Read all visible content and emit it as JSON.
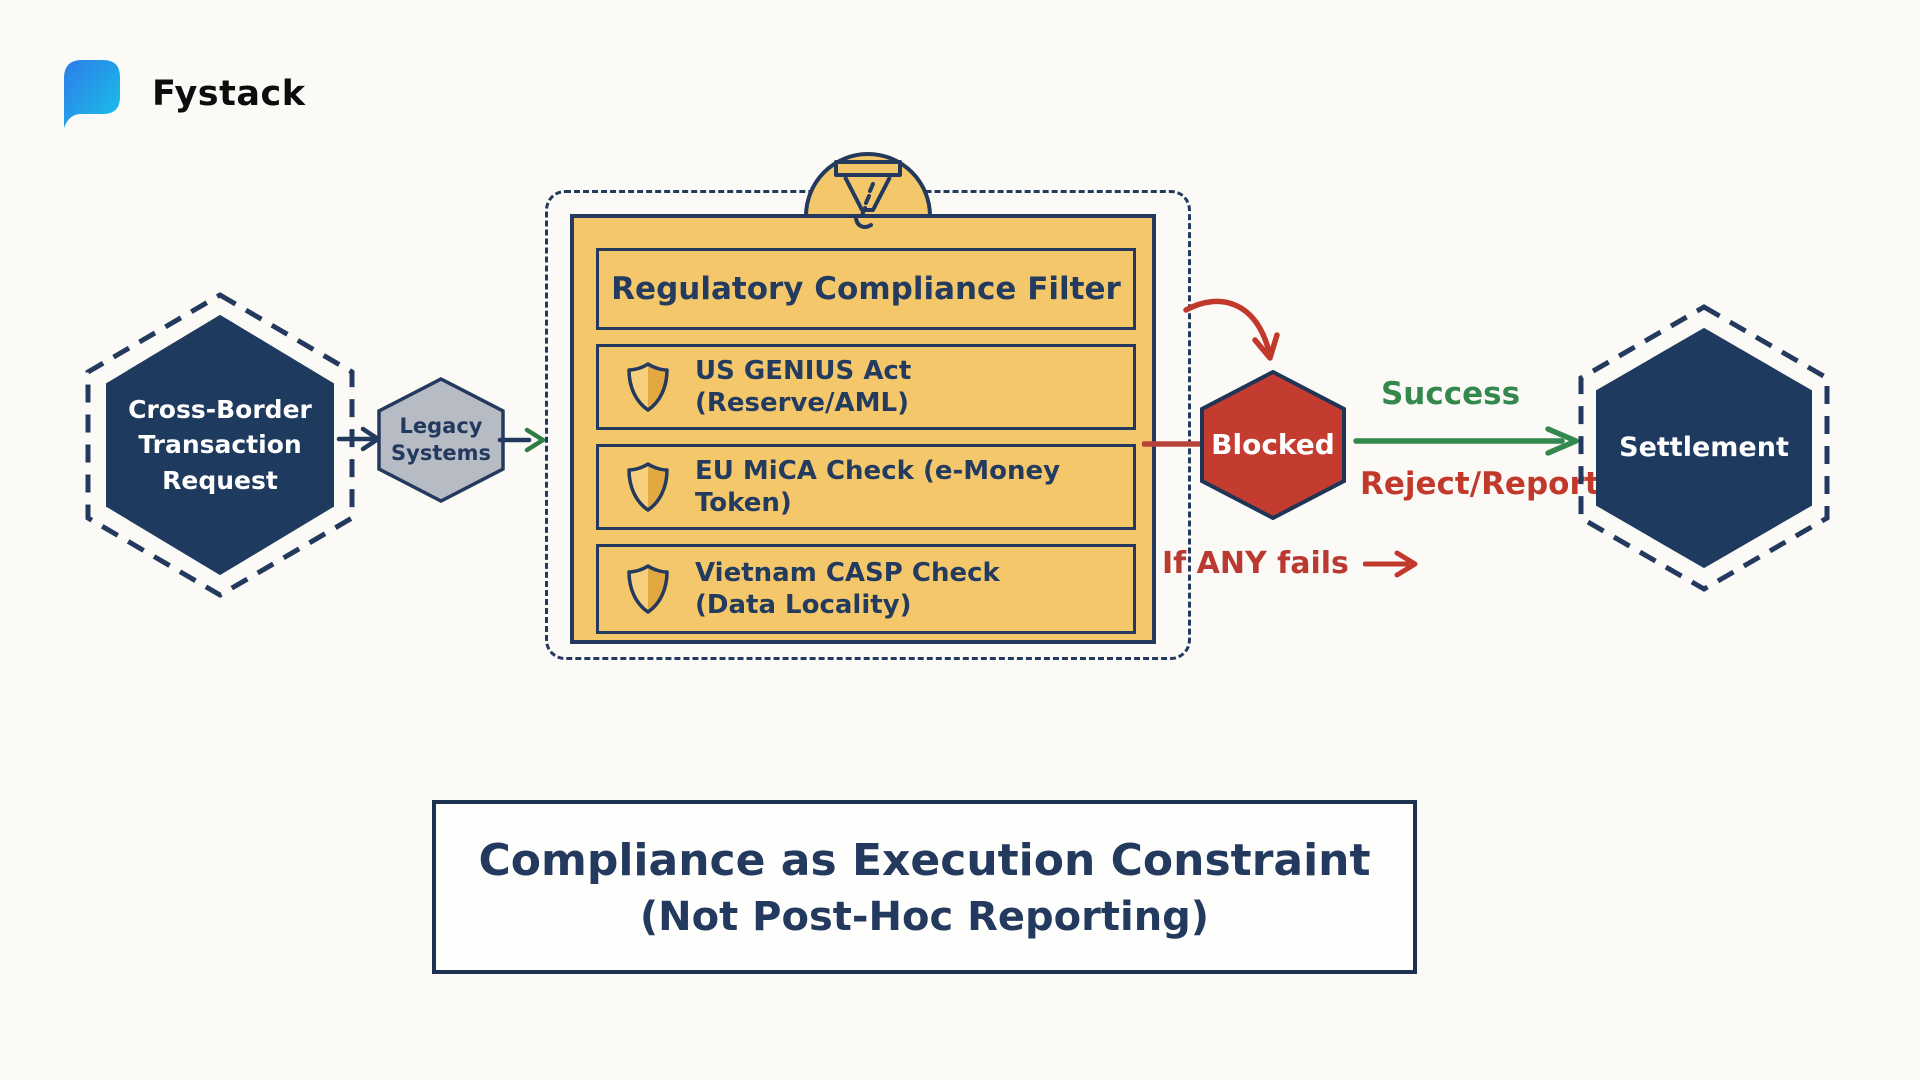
{
  "brand": {
    "name": "Fystack",
    "logo_icon": "speech-bubble-logo",
    "logo_gradient": [
      "#2e7ce9",
      "#18c3e8"
    ]
  },
  "nodes": {
    "request": {
      "line1": "Cross-Border",
      "line2": "Transaction",
      "line3": "Request",
      "fill": "#1f3a5f"
    },
    "legacy": {
      "line1": "Legacy",
      "line2": "Systems",
      "fill": "#b7bbc4"
    },
    "blocked": {
      "label": "Blocked",
      "fill": "#c43b30"
    },
    "settlement": {
      "label": "Settlement",
      "fill": "#1f3a5f"
    }
  },
  "filter": {
    "title": "Regulatory Compliance Filter",
    "icon": "funnel-icon",
    "fill": "#f4c76a",
    "checks": [
      {
        "icon": "shield-icon",
        "line1": "US GENIUS Act (Reserve/AML)",
        "line2": ""
      },
      {
        "icon": "shield-icon",
        "line1": "EU MiCA Check (e-Money Token)",
        "line2": ""
      },
      {
        "icon": "shield-icon",
        "line1": "Vietnam CASP Check",
        "line2": "(Data Locality)"
      }
    ]
  },
  "edges": {
    "success": "Success",
    "reject": "Reject/Report",
    "if_any_fails": "If ANY fails"
  },
  "caption": {
    "line1": "Compliance as Execution Constraint",
    "line2": "(Not Post-Hoc Reporting)"
  },
  "colors": {
    "navy": "#233a5e",
    "yellow": "#f4c76a",
    "red": "#c0392b",
    "green": "#35884d",
    "gray": "#b7bbc4"
  }
}
